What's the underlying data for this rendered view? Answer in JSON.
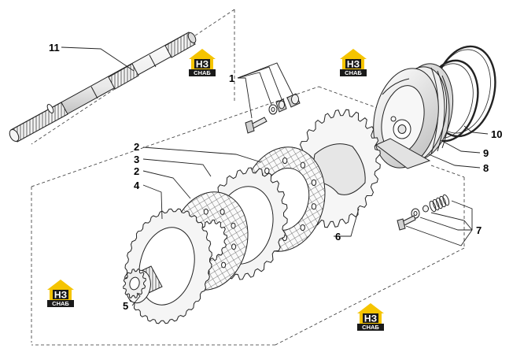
{
  "diagram": {
    "callouts": [
      "11",
      "1",
      "2",
      "3",
      "2",
      "4",
      "5",
      "6",
      "7",
      "8",
      "9",
      "10"
    ],
    "brand_logo": {
      "top": "НЗ",
      "bottom": "СНАБ",
      "color": "#f5c400",
      "dark": "#1a1a1a"
    }
  }
}
